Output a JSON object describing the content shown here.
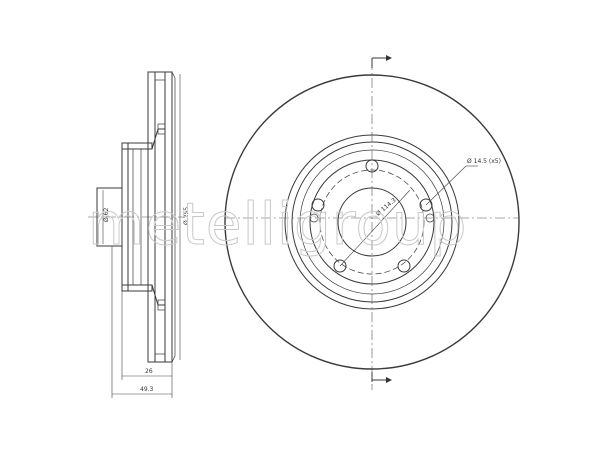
{
  "watermark": "metelligroup",
  "dimensions": {
    "diameter_outer": "Ø 255",
    "diameter_center": "Ø 62",
    "thickness": "26",
    "total_height": "49.3",
    "bolt_holes": "Ø 14.5 (x5)",
    "pcd": "Ø 114.3"
  }
}
